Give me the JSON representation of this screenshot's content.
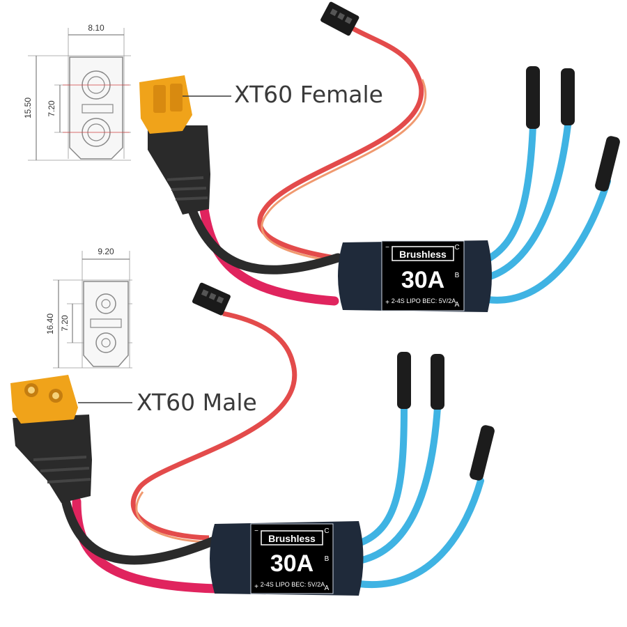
{
  "callouts": {
    "female": "XT60 Female",
    "male": "XT60 Male"
  },
  "drawing_female": {
    "width": "8.10",
    "height": "15.50",
    "pitch": "7.20"
  },
  "drawing_male": {
    "width": "9.20",
    "height": "16.40",
    "pitch": "7.20"
  },
  "esc_top": {
    "brand": "Brushless",
    "rating": "30A",
    "spec": "2-4S LIPO  BEC: 5V/2A",
    "phase_c": "C",
    "phase_b": "B",
    "phase_a": "A",
    "neg": "−",
    "pos": "+"
  },
  "esc_bottom": {
    "brand": "Brushless",
    "rating": "30A",
    "spec": "2-4S LIPO  BEC: 5V/2A",
    "phase_c": "C",
    "phase_b": "B",
    "phase_a": "A",
    "neg": "−",
    "pos": "+"
  },
  "colors": {
    "motor_wire": "#3fb3e3",
    "red_wire": "#e0245e",
    "black_wire": "#2b2b2b",
    "connector_yellow": "#f0a31a",
    "esc_body": "#1f2a3a"
  }
}
